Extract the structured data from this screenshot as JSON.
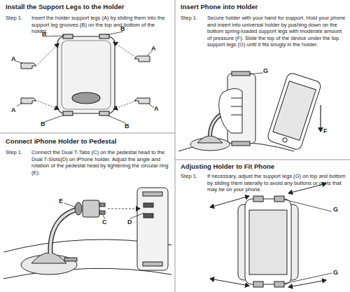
{
  "diagram": {
    "labels": [
      "Install the Support Legs to the Holder",
      "Step 1.",
      "Insert the holder support legs (A) by sliding them into the support leg grooves (B) on the top and bottom of the holder.",
      "B",
      "A",
      "B",
      "A",
      "B",
      "A",
      "A",
      "B",
      "Insert Phone into Holder",
      "Step 1.",
      "Secure holder with your hand for support. Hold your phone and insert into universal holder by pushing down on the bottom spring-loaded support legs with moderate amount of pressure (F). Slide the top of the device under the top support legs (G) until it fits snugly in the holder.",
      "G",
      "F",
      "Connect iPhone Holder to Pedestal",
      "Step 1.",
      "Connect the Dual T-Tabs (C) on the pedestal head to the Dual T-Slots(D) on iPhone holder. Adjust the angle and rotation of the pedestal head by tightening the circular ring (E).",
      "E",
      "C",
      "D",
      "Adjusting Holder to Fit Phone",
      "Step 1.",
      "If necessary, adjust the support legs (G) on top and bottom by sliding them laterally to avoid any buttons or ports that may be on your phone.",
      "G",
      "G"
    ]
  }
}
